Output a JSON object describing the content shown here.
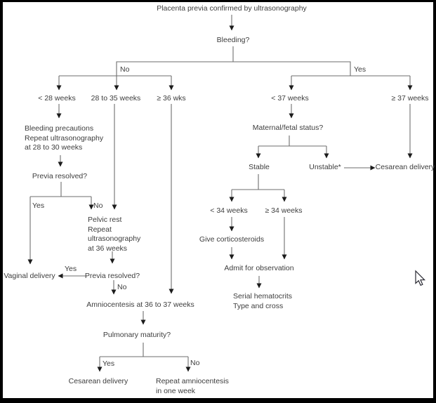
{
  "colors": {
    "frame": "#000000",
    "canvas": "#ffffff",
    "line": "#6e6e6e",
    "arrow": "#1c1c1c",
    "text": "#3d3d3d"
  },
  "flowchart": {
    "root": "Placenta previa confirmed by ultrasonography",
    "decision_bleeding": "Bleeding?",
    "branch_no": "No",
    "branch_yes": "Yes",
    "no_branch": {
      "lt_28_weeks": "< 28 weeks",
      "weeks_28_to_35": "28 to 35 weeks",
      "gte_36_wks": "≥ 36 wks",
      "bleeding_precautions": "Bleeding precautions\nRepeat ultrasonography\nat 28 to 30 weeks",
      "previa_resolved_1": "Previa resolved?",
      "previa1_yes": "Yes",
      "previa1_no": "No",
      "pelvic_rest": "Pelvic rest\nRepeat\nultrasonography\nat 36 weeks",
      "vaginal_delivery": "Vaginal delivery",
      "previa2_yes": "Yes",
      "previa_resolved_2": "Previa resolved?",
      "previa2_no": "No",
      "amniocentesis": "Amniocentesis at 36 to 37 weeks",
      "pulmonary_maturity": "Pulmonary maturity?",
      "pulmonary_yes": "Yes",
      "pulmonary_no": "No",
      "cesarean_delivery": "Cesarean delivery",
      "repeat_amniocentesis": "Repeat amniocentesis\nin one week"
    },
    "yes_branch": {
      "lt_37_weeks": "< 37 weeks",
      "gte_37_weeks": "≥ 37 weeks",
      "maternal_fetal_status": "Maternal/fetal status?",
      "stable": "Stable",
      "unstable": "Unstable*",
      "cesarean_delivery": "Cesarean delivery",
      "lt_34_weeks": "< 34 weeks",
      "gte_34_weeks": "≥ 34 weeks",
      "give_corticosteroids": "Give corticosteroids",
      "admit_for_observation": "Admit for observation",
      "monitoring": "Serial hematocrits\nType and cross"
    }
  }
}
